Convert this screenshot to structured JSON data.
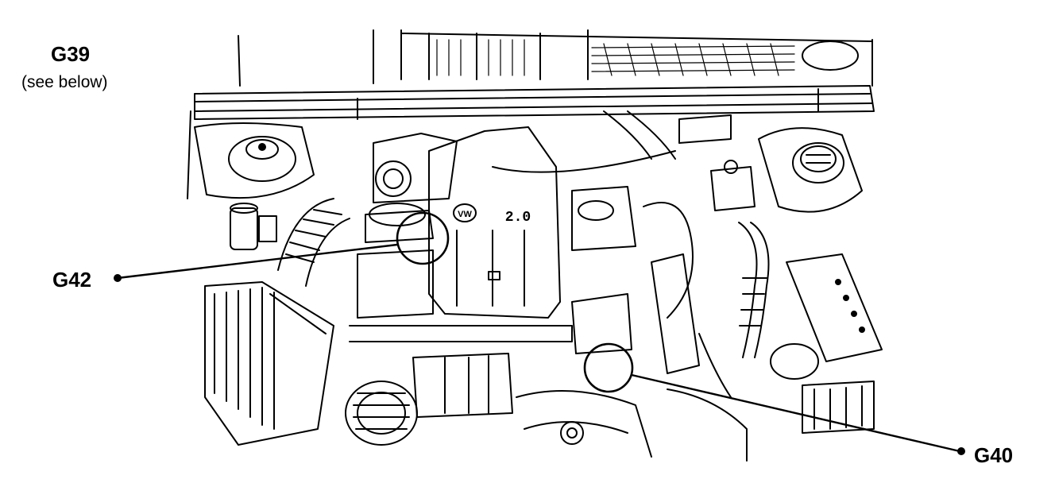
{
  "callouts": {
    "g39": {
      "label": "G39",
      "note": "(see below)"
    },
    "g42": {
      "label": "G42"
    },
    "g40": {
      "label": "G40"
    }
  },
  "engine_badge": {
    "logo": "VW",
    "displacement": "2.0"
  },
  "colors": {
    "ink": "#000000",
    "paper": "#ffffff"
  }
}
